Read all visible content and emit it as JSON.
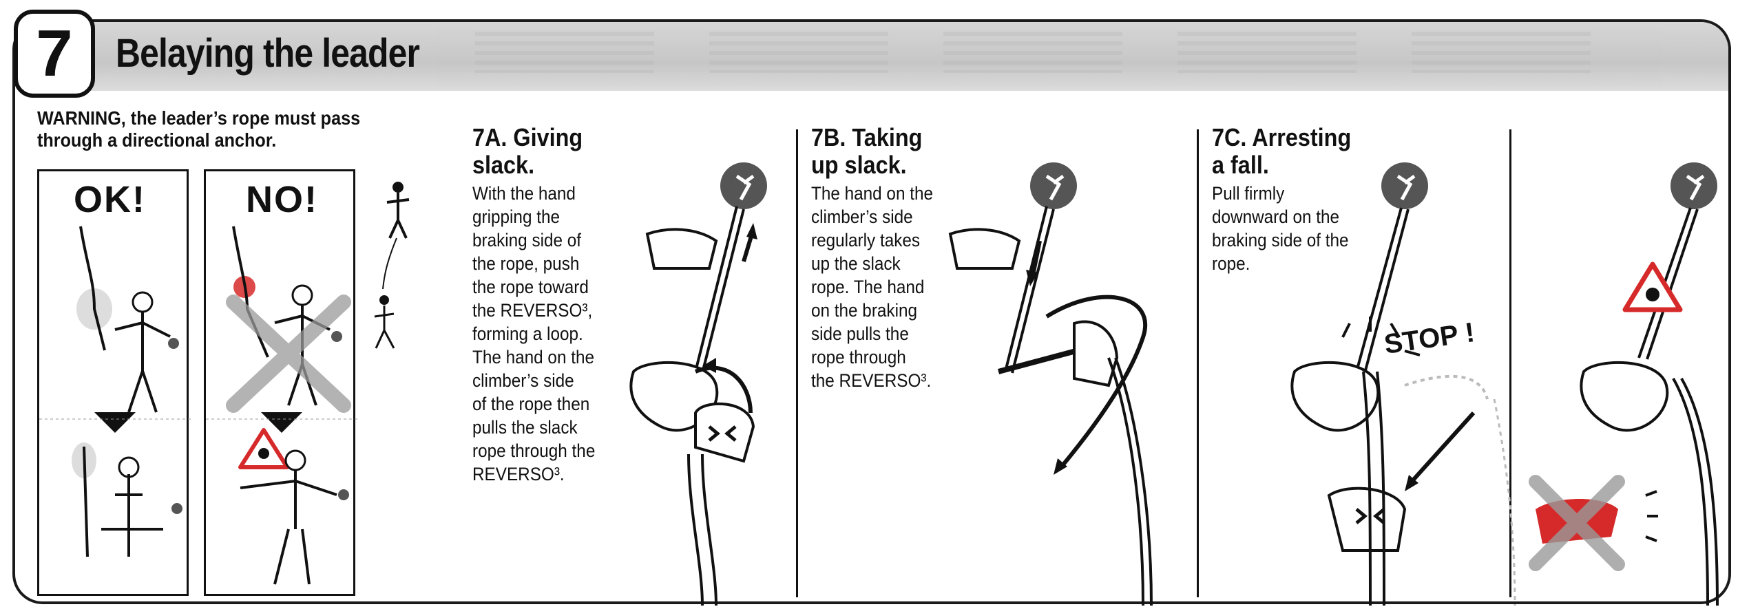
{
  "section": {
    "number": "7",
    "title": "Belaying the leader"
  },
  "warning": {
    "lead": "WARNING",
    "text": ", the leader’s rope must pass through a directional anchor."
  },
  "panels": {
    "ok_label": "OK!",
    "no_label": "NO!"
  },
  "steps": [
    {
      "title": "7A. Giving\nslack.",
      "body": "With the hand\ngripping the\nbraking side of\nthe rope, push\nthe rope toward\nthe REVERSO³,\nforming a loop.\nThe hand on the\nclimber’s side\nof the rope then\npulls the slack\nrope through the\nREVERSO³."
    },
    {
      "title": "7B. Taking\nup slack.",
      "body": "The hand on the\nclimber’s side\nregularly takes\nup the slack\nrope. The hand\non the braking\nside pulls the\nrope through\nthe REVERSO³."
    },
    {
      "title": "7C. Arresting\na fall.",
      "body": "Pull firmly\ndownward on the\nbraking side of the\nrope."
    }
  ],
  "stop_label": "STOP !",
  "colors": {
    "danger_red": "#d62a2a",
    "border": "#1a1a1a",
    "header_grey": "#c4c4c4",
    "badge_grey": "#555555"
  }
}
